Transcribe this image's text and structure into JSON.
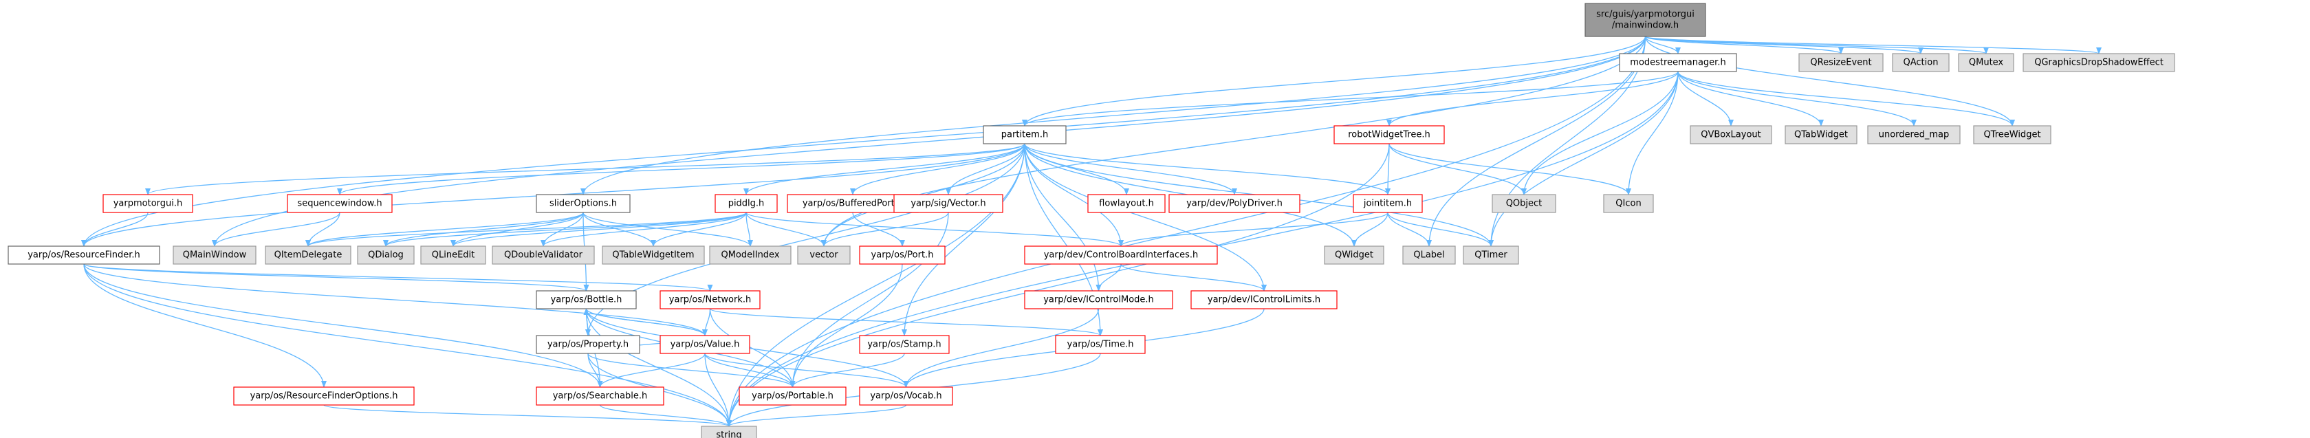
{
  "colors": {
    "edge": "#63b8ff",
    "root_fill": "#999999",
    "root_stroke": "#666666",
    "file_fill": "#ffffff",
    "file_stroke": "#666666",
    "red_stroke": "#ff0000",
    "red_text": "#ff0000",
    "ext_fill": "#e0e0e0",
    "ext_stroke": "#999999",
    "text": "#000000"
  },
  "nodes": [
    {
      "id": "root",
      "lines": [
        "src/guis/yarpmotorgui",
        "/mainwindow.h"
      ],
      "kind": "root"
    },
    {
      "id": "modestreemanager",
      "lines": [
        "modestreemanager.h"
      ],
      "kind": "file"
    },
    {
      "id": "partitem",
      "lines": [
        "partitem.h"
      ],
      "kind": "file"
    },
    {
      "id": "slideroptions",
      "lines": [
        "sliderOptions.h"
      ],
      "kind": "file"
    },
    {
      "id": "robotwidgettree",
      "lines": [
        "robotWidgetTree.h"
      ],
      "kind": "red"
    },
    {
      "id": "qvboxlayout",
      "lines": [
        "QVBoxLayout"
      ],
      "kind": "ext"
    },
    {
      "id": "qtabwidget",
      "lines": [
        "QTabWidget"
      ],
      "kind": "ext"
    },
    {
      "id": "unordered_map",
      "lines": [
        "unordered_map"
      ],
      "kind": "ext"
    },
    {
      "id": "qtreewidget",
      "lines": [
        "QTreeWidget"
      ],
      "kind": "ext"
    },
    {
      "id": "qresizeevent",
      "lines": [
        "QResizeEvent"
      ],
      "kind": "ext"
    },
    {
      "id": "qaction",
      "lines": [
        "QAction"
      ],
      "kind": "ext"
    },
    {
      "id": "qmutex",
      "lines": [
        "QMutex"
      ],
      "kind": "ext"
    },
    {
      "id": "qgraphicsdropshadoweffect",
      "lines": [
        "QGraphicsDropShadowEffect"
      ],
      "kind": "ext"
    },
    {
      "id": "yarpmotorgui",
      "lines": [
        "yarpmotorgui.h"
      ],
      "kind": "red"
    },
    {
      "id": "sequencewindow",
      "lines": [
        "sequencewindow.h"
      ],
      "kind": "red"
    },
    {
      "id": "piddlg",
      "lines": [
        "piddlg.h"
      ],
      "kind": "red"
    },
    {
      "id": "bufferedport",
      "lines": [
        "yarp/os/BufferedPort.h"
      ],
      "kind": "red"
    },
    {
      "id": "sigvector",
      "lines": [
        "yarp/sig/Vector.h"
      ],
      "kind": "red"
    },
    {
      "id": "flowlayout",
      "lines": [
        "flowlayout.h"
      ],
      "kind": "red"
    },
    {
      "id": "polydriver",
      "lines": [
        "yarp/dev/PolyDriver.h"
      ],
      "kind": "red"
    },
    {
      "id": "jointitem",
      "lines": [
        "jointitem.h"
      ],
      "kind": "red"
    },
    {
      "id": "qobject",
      "lines": [
        "QObject"
      ],
      "kind": "ext"
    },
    {
      "id": "qicon",
      "lines": [
        "QIcon"
      ],
      "kind": "ext"
    },
    {
      "id": "resourcefinder",
      "lines": [
        "yarp/os/ResourceFinder.h"
      ],
      "kind": "file"
    },
    {
      "id": "qmainwindow",
      "lines": [
        "QMainWindow"
      ],
      "kind": "ext"
    },
    {
      "id": "qitemdelegate",
      "lines": [
        "QItemDelegate"
      ],
      "kind": "ext"
    },
    {
      "id": "qdialog",
      "lines": [
        "QDialog"
      ],
      "kind": "ext"
    },
    {
      "id": "qlineedit",
      "lines": [
        "QLineEdit"
      ],
      "kind": "ext"
    },
    {
      "id": "qdoublevalidator",
      "lines": [
        "QDoubleValidator"
      ],
      "kind": "ext"
    },
    {
      "id": "qtablewidgetitem",
      "lines": [
        "QTableWidgetItem"
      ],
      "kind": "ext"
    },
    {
      "id": "qmodelindex",
      "lines": [
        "QModelIndex"
      ],
      "kind": "ext"
    },
    {
      "id": "vector",
      "lines": [
        "vector"
      ],
      "kind": "ext"
    },
    {
      "id": "port",
      "lines": [
        "yarp/os/Port.h"
      ],
      "kind": "red"
    },
    {
      "id": "controlboardinterfaces",
      "lines": [
        "yarp/dev/ControlBoardInterfaces.h"
      ],
      "kind": "red"
    },
    {
      "id": "qwidget",
      "lines": [
        "QWidget"
      ],
      "kind": "ext"
    },
    {
      "id": "qlabel",
      "lines": [
        "QLabel"
      ],
      "kind": "ext"
    },
    {
      "id": "qtimer",
      "lines": [
        "QTimer"
      ],
      "kind": "ext"
    },
    {
      "id": "bottle",
      "lines": [
        "yarp/os/Bottle.h"
      ],
      "kind": "file"
    },
    {
      "id": "network",
      "lines": [
        "yarp/os/Network.h"
      ],
      "kind": "red"
    },
    {
      "id": "icontrolmode",
      "lines": [
        "yarp/dev/IControlMode.h"
      ],
      "kind": "red"
    },
    {
      "id": "icontrollimits",
      "lines": [
        "yarp/dev/IControlLimits.h"
      ],
      "kind": "red"
    },
    {
      "id": "property",
      "lines": [
        "yarp/os/Property.h"
      ],
      "kind": "file"
    },
    {
      "id": "value",
      "lines": [
        "yarp/os/Value.h"
      ],
      "kind": "red"
    },
    {
      "id": "stamp",
      "lines": [
        "yarp/os/Stamp.h"
      ],
      "kind": "red"
    },
    {
      "id": "time",
      "lines": [
        "yarp/os/Time.h"
      ],
      "kind": "red"
    },
    {
      "id": "resourcefinderoptions",
      "lines": [
        "yarp/os/ResourceFinderOptions.h"
      ],
      "kind": "red"
    },
    {
      "id": "searchable",
      "lines": [
        "yarp/os/Searchable.h"
      ],
      "kind": "red"
    },
    {
      "id": "portable",
      "lines": [
        "yarp/os/Portable.h"
      ],
      "kind": "red"
    },
    {
      "id": "vocab",
      "lines": [
        "yarp/os/Vocab.h"
      ],
      "kind": "red"
    },
    {
      "id": "string",
      "lines": [
        "string"
      ],
      "kind": "ext"
    }
  ],
  "edges": [
    [
      "root",
      "modestreemanager"
    ],
    [
      "root",
      "partitem"
    ],
    [
      "root",
      "slideroptions"
    ],
    [
      "root",
      "resourcefinder"
    ],
    [
      "root",
      "qresizeevent"
    ],
    [
      "root",
      "qaction"
    ],
    [
      "root",
      "qmutex"
    ],
    [
      "root",
      "qgraphicsdropshadoweffect"
    ],
    [
      "root",
      "qtreewidget"
    ],
    [
      "root",
      "qlabel"
    ],
    [
      "root",
      "qtimer"
    ],
    [
      "root",
      "qmainwindow"
    ],
    [
      "root",
      "string"
    ],
    [
      "root",
      "vector"
    ],
    [
      "modestreemanager",
      "partitem"
    ],
    [
      "modestreemanager",
      "robotwidgettree"
    ],
    [
      "modestreemanager",
      "qvboxlayout"
    ],
    [
      "modestreemanager",
      "qtabwidget"
    ],
    [
      "modestreemanager",
      "unordered_map"
    ],
    [
      "modestreemanager",
      "qtreewidget"
    ],
    [
      "modestreemanager",
      "qobject"
    ],
    [
      "modestreemanager",
      "qicon"
    ],
    [
      "modestreemanager",
      "qtimer"
    ],
    [
      "modestreemanager",
      "string"
    ],
    [
      "robotwidgettree",
      "jointitem"
    ],
    [
      "robotwidgettree",
      "qobject"
    ],
    [
      "robotwidgettree",
      "qicon"
    ],
    [
      "robotwidgettree",
      "string"
    ],
    [
      "partitem",
      "yarpmotorgui"
    ],
    [
      "partitem",
      "sequencewindow"
    ],
    [
      "partitem",
      "piddlg"
    ],
    [
      "partitem",
      "bufferedport"
    ],
    [
      "partitem",
      "sigvector"
    ],
    [
      "partitem",
      "flowlayout"
    ],
    [
      "partitem",
      "polydriver"
    ],
    [
      "partitem",
      "jointitem"
    ],
    [
      "partitem",
      "controlboardinterfaces"
    ],
    [
      "partitem",
      "icontrolmode"
    ],
    [
      "partitem",
      "icontrollimits"
    ],
    [
      "partitem",
      "stamp"
    ],
    [
      "partitem",
      "time"
    ],
    [
      "partitem",
      "qwidget"
    ],
    [
      "partitem",
      "qtimer"
    ],
    [
      "partitem",
      "vector"
    ],
    [
      "partitem",
      "string"
    ],
    [
      "partitem",
      "resourcefinder"
    ],
    [
      "partitem",
      "property"
    ],
    [
      "slideroptions",
      "qdialog"
    ],
    [
      "slideroptions",
      "qlineedit"
    ],
    [
      "slideroptions",
      "qdoublevalidator"
    ],
    [
      "slideroptions",
      "qtablewidgetitem"
    ],
    [
      "slideroptions",
      "qmodelindex"
    ],
    [
      "slideroptions",
      "qitemdelegate"
    ],
    [
      "slideroptions",
      "bottle"
    ],
    [
      "yarpmotorgui",
      "resourcefinder"
    ],
    [
      "sequencewindow",
      "qmainwindow"
    ],
    [
      "sequencewindow",
      "qitemdelegate"
    ],
    [
      "piddlg",
      "qdialog"
    ],
    [
      "piddlg",
      "qlineedit"
    ],
    [
      "piddlg",
      "qdoublevalidator"
    ],
    [
      "piddlg",
      "qtablewidgetitem"
    ],
    [
      "piddlg",
      "qmodelindex"
    ],
    [
      "piddlg",
      "qitemdelegate"
    ],
    [
      "piddlg",
      "vector"
    ],
    [
      "piddlg",
      "controlboardinterfaces"
    ],
    [
      "bufferedport",
      "port"
    ],
    [
      "sigvector",
      "vector"
    ],
    [
      "sigvector",
      "portable"
    ],
    [
      "jointitem",
      "qwidget"
    ],
    [
      "jointitem",
      "qlabel"
    ],
    [
      "jointitem",
      "qtimer"
    ],
    [
      "jointitem",
      "controlboardinterfaces"
    ],
    [
      "resourcefinder",
      "bottle"
    ],
    [
      "resourcefinder",
      "network"
    ],
    [
      "resourcefinder",
      "resourcefinderoptions"
    ],
    [
      "resourcefinder",
      "searchable"
    ],
    [
      "resourcefinder",
      "string"
    ],
    [
      "resourcefinder",
      "value"
    ],
    [
      "port",
      "portable"
    ],
    [
      "controlboardinterfaces",
      "icontrolmode"
    ],
    [
      "controlboardinterfaces",
      "icontrollimits"
    ],
    [
      "bottle",
      "property"
    ],
    [
      "bottle",
      "value"
    ],
    [
      "bottle",
      "searchable"
    ],
    [
      "bottle",
      "portable"
    ],
    [
      "bottle",
      "vocab"
    ],
    [
      "bottle",
      "string"
    ],
    [
      "network",
      "value"
    ],
    [
      "network",
      "portable"
    ],
    [
      "network",
      "time"
    ],
    [
      "icontrolmode",
      "vocab"
    ],
    [
      "icontrollimits",
      "vocab"
    ],
    [
      "property",
      "bottle"
    ],
    [
      "property",
      "searchable"
    ],
    [
      "property",
      "portable"
    ],
    [
      "property",
      "string"
    ],
    [
      "value",
      "bottle"
    ],
    [
      "value",
      "property"
    ],
    [
      "value",
      "searchable"
    ],
    [
      "value",
      "portable"
    ],
    [
      "value",
      "vocab"
    ],
    [
      "value",
      "string"
    ],
    [
      "stamp",
      "portable"
    ],
    [
      "time",
      "string"
    ],
    [
      "resourcefinderoptions",
      "string"
    ],
    [
      "searchable",
      "string"
    ],
    [
      "vocab",
      "string"
    ]
  ]
}
